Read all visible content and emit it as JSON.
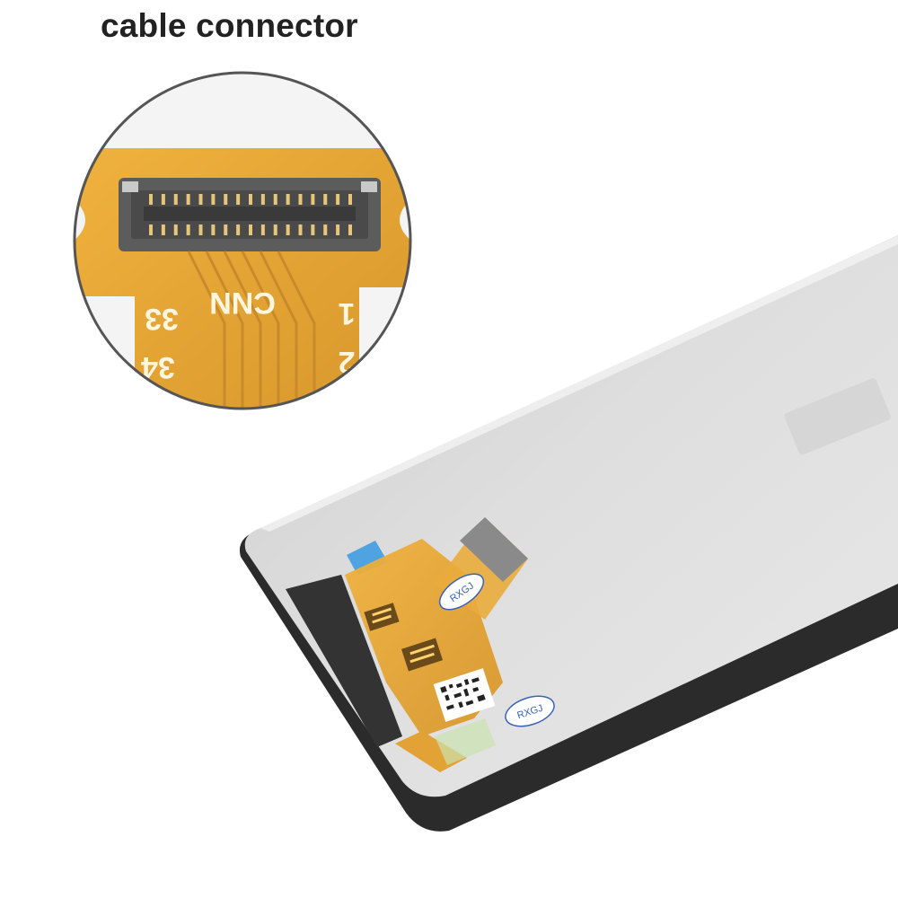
{
  "title": "cable connector",
  "inset": {
    "pcb_labels": {
      "connector_name": "CNN",
      "pin_start": "1",
      "pin_end": "33",
      "pin_end_next": "34",
      "pin_second": "2"
    }
  },
  "panel": {
    "stickers": [
      "RXGJ",
      "RXGJ"
    ]
  },
  "colors": {
    "fpc_orange": "#e8a73a",
    "connector_gray": "#5c5c5c",
    "bezel_black": "#2b2b2b",
    "panel_gray": "#d4d4d4"
  }
}
